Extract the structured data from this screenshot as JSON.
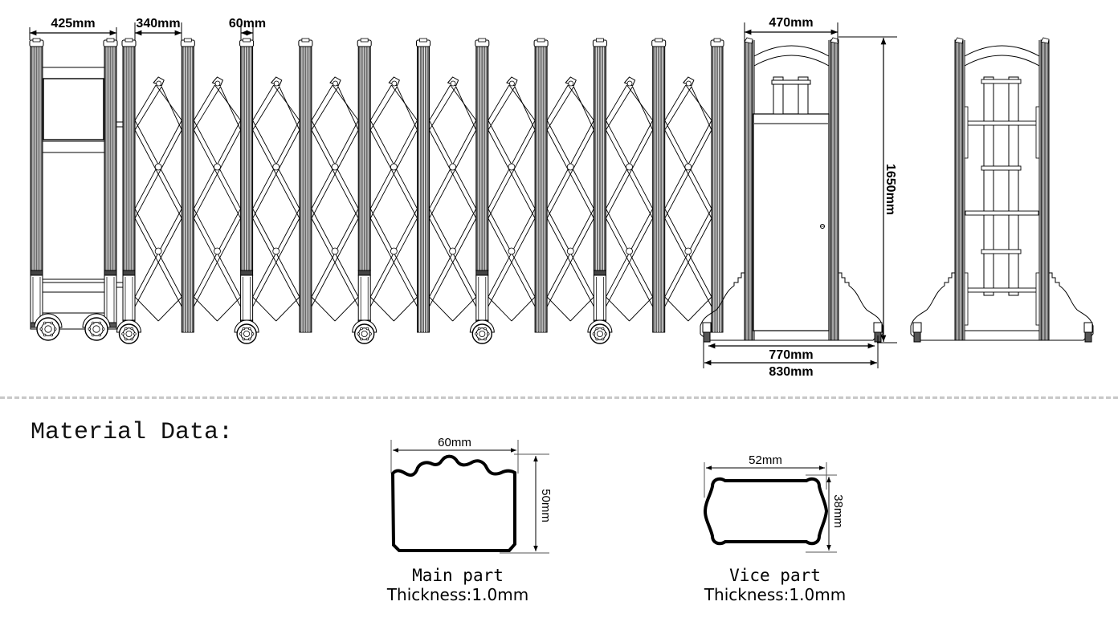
{
  "page": {
    "section_title": "Material Data:"
  },
  "front_view": {
    "dimensions": {
      "end_frame_width": "425mm",
      "post_spacing": "340mm",
      "post_width": "60mm"
    },
    "post_count": 11,
    "wheel_count": 7
  },
  "side_view": {
    "dimensions": {
      "top_width": "470mm",
      "height": "1650mm",
      "inner_base_width": "770mm",
      "outer_base_width": "830mm"
    }
  },
  "materials": [
    {
      "name": "Main part",
      "thickness": "Thickness:1.0mm",
      "width": "60mm",
      "height": "50mm"
    },
    {
      "name": "Vice part",
      "thickness": "Thickness:1.0mm",
      "width": "52mm",
      "height": "38mm"
    }
  ],
  "colors": {
    "line": "#000000",
    "post_fill": "#6b6b6b",
    "divider": "#c8c8c8"
  }
}
